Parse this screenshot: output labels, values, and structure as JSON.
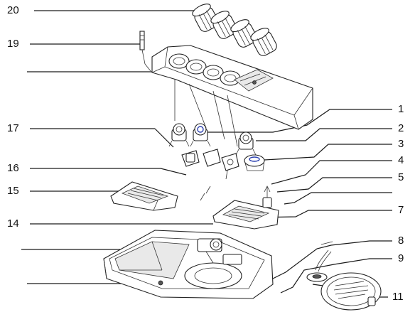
{
  "callouts": {
    "c1": "1",
    "c2": "2",
    "c3": "3",
    "c4": "4",
    "c5": "5",
    "c7": "7",
    "c8": "8",
    "c9": "9",
    "c11": "11",
    "c14": "14",
    "c15": "15",
    "c16": "16",
    "c17": "17",
    "c19": "19",
    "c20": "20"
  },
  "colors": {
    "line": "#1a1a1a",
    "accent": "#2a3fb0"
  }
}
